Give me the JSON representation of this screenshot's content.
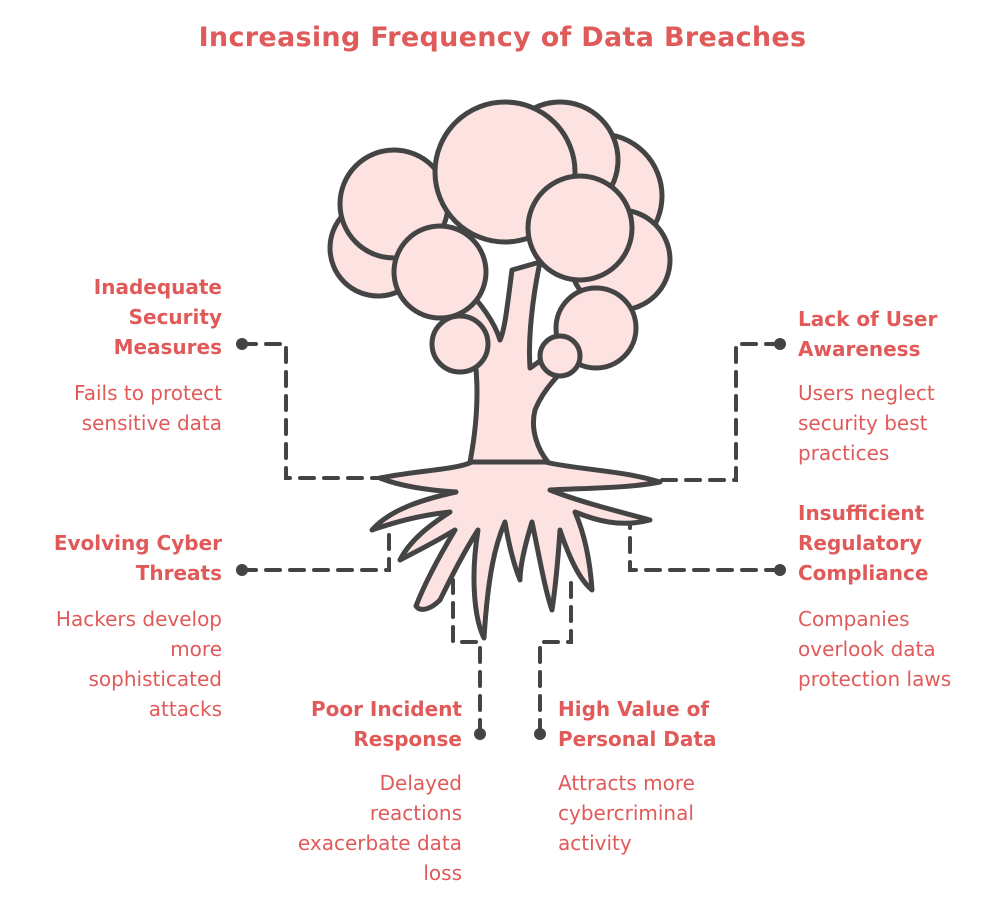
{
  "title": "Increasing Frequency of Data Breaches",
  "factors": {
    "inadequate": {
      "label": "Inadequate\nSecurity\nMeasures",
      "desc": "Fails to protect\nsensitive data"
    },
    "evolving": {
      "label": "Evolving Cyber\nThreats",
      "desc": "Hackers develop\nmore\nsophisticated\nattacks"
    },
    "poor": {
      "label": "Poor Incident\nResponse",
      "desc": "Delayed\nreactions\nexacerbate data\nloss"
    },
    "high": {
      "label": "High Value of\nPersonal Data",
      "desc": "Attracts more\ncybercriminal\nactivity"
    },
    "lack": {
      "label": "Lack of User\nAwareness",
      "desc": "Users neglect\nsecurity best\npractices"
    },
    "insufficient": {
      "label": "Insufficient\nRegulatory\nCompliance",
      "desc": "Companies\noverlook data\nprotection laws"
    }
  },
  "colors": {
    "text": "#e05a5a",
    "tree_fill": "#fde2e2",
    "line": "#444444"
  }
}
